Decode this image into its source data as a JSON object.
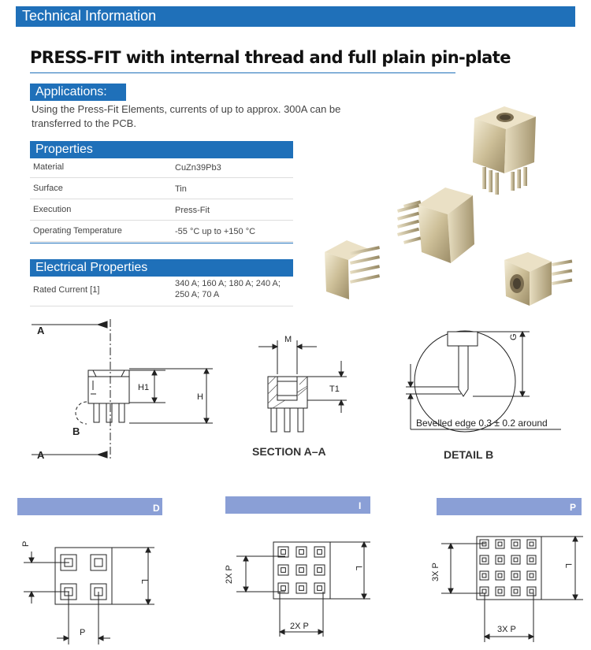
{
  "banner": {
    "title": "Technical Information"
  },
  "product": {
    "title": "PRESS-FIT with internal thread and full plain pin-plate"
  },
  "applications": {
    "heading": "Applications:",
    "text": "Using the Press-Fit Elements, currents of up to approx. 300A can be transferred to the PCB."
  },
  "properties": {
    "heading": "Properties",
    "rows": [
      {
        "key": "Material",
        "value": "CuZn39Pb3"
      },
      {
        "key": "Surface",
        "value": "Tin"
      },
      {
        "key": "Execution",
        "value": "Press-Fit"
      },
      {
        "key": "Operating Temperature",
        "value": "-55 °C up to +150 °C"
      }
    ]
  },
  "electrical": {
    "heading": "Electrical Properties",
    "rows": [
      {
        "key": "Rated Current [1]",
        "value": "340 A; 160 A; 180 A; 240 A; 250 A; 70 A"
      }
    ]
  },
  "drawings": {
    "side_view": {
      "a_top": "A",
      "a_bottom": "A",
      "b": "B",
      "h1": "H1",
      "h": "H"
    },
    "section": {
      "m": "M",
      "t1": "T1",
      "caption": "SECTION A–A"
    },
    "detail": {
      "g": "G",
      "bevel": "Bevelled edge 0.3 ± 0.2 around",
      "caption": "DETAIL B"
    },
    "layouts": [
      {
        "label": "D",
        "pitch_side": "P",
        "pitch_bottom": "P",
        "length": "L"
      },
      {
        "label": "I",
        "pitch_side": "2X P",
        "pitch_bottom": "2X P",
        "length": "L"
      },
      {
        "label": "P",
        "pitch_side": "3X P",
        "pitch_bottom": "3X P",
        "length": "L"
      }
    ]
  },
  "colors": {
    "accent": "#1f70b9",
    "layout_bar": "#8a9fd6"
  }
}
